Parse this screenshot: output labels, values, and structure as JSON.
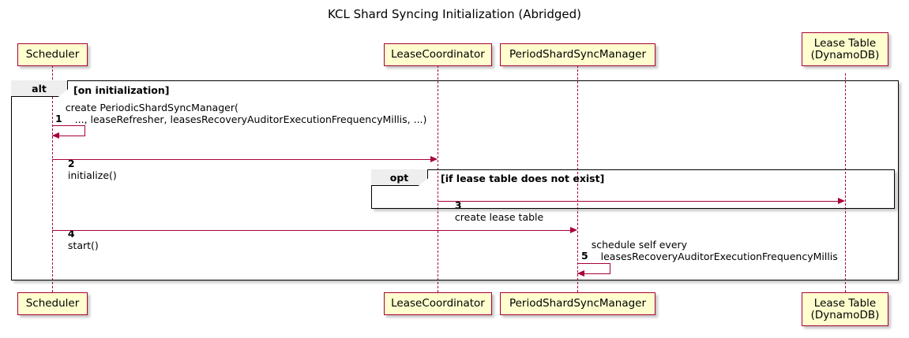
{
  "diagram": {
    "title": "KCL Shard Syncing Initialization (Abridged)",
    "type": "sequence-diagram",
    "colors": {
      "participant_fill": "#FEFECE",
      "participant_border": "#A80036",
      "arrow": "#A80036",
      "frame_border": "#000000",
      "frame_tab_fill": "#EEEEEE",
      "background": "#FFFFFF"
    }
  },
  "participants": [
    {
      "id": "scheduler",
      "label": "Scheduler"
    },
    {
      "id": "lease_coordinator",
      "label": "LeaseCoordinator"
    },
    {
      "id": "period_shard_sync_manager",
      "label": "PeriodShardSyncManager"
    },
    {
      "id": "lease_table",
      "label_line1": "Lease Table",
      "label_line2": "(DynamoDB)"
    }
  ],
  "frames": [
    {
      "id": "alt-frame",
      "keyword": "alt",
      "condition": "[on initialization]"
    },
    {
      "id": "opt-frame",
      "keyword": "opt",
      "condition": "[if lease table does not exist]"
    }
  ],
  "messages": [
    {
      "num": "1",
      "line1": "create PeriodicShardSyncManager(",
      "line2": "   ..., leaseRefresher, leasesRecoveryAuditorExecutionFrequencyMillis, ...)",
      "from": "scheduler",
      "to": "scheduler",
      "kind": "self"
    },
    {
      "num": "2",
      "text": "initialize()",
      "from": "scheduler",
      "to": "lease_coordinator",
      "kind": "call"
    },
    {
      "num": "3",
      "text": "create lease table",
      "from": "lease_coordinator",
      "to": "lease_table",
      "kind": "call"
    },
    {
      "num": "4",
      "text": "start()",
      "from": "scheduler",
      "to": "period_shard_sync_manager",
      "kind": "call"
    },
    {
      "num": "5",
      "line1": "schedule self every",
      "line2": "   leasesRecoveryAuditorExecutionFrequencyMillis",
      "from": "period_shard_sync_manager",
      "to": "period_shard_sync_manager",
      "kind": "self"
    }
  ]
}
